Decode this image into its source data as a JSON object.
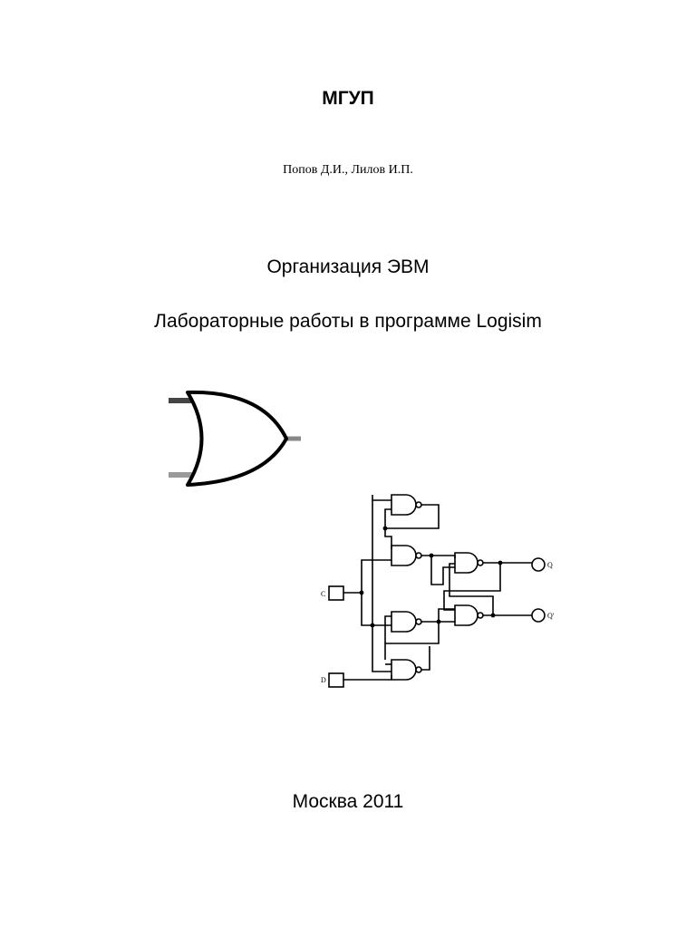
{
  "header": {
    "publisher": "МГУП",
    "authors": "Попов Д.И., Лилов И.П."
  },
  "title": {
    "course": "Организация ЭВМ",
    "subtitle": "Лабораторные работы в программе Logisim"
  },
  "figures": {
    "or_gate": {
      "icon": "or-gate-icon"
    },
    "latch_circuit": {
      "icon": "d-latch-circuit",
      "inputs": [
        "C",
        "D"
      ],
      "outputs": [
        "Q",
        "Q'"
      ]
    }
  },
  "footer": {
    "city_year": "Москва 2011"
  }
}
